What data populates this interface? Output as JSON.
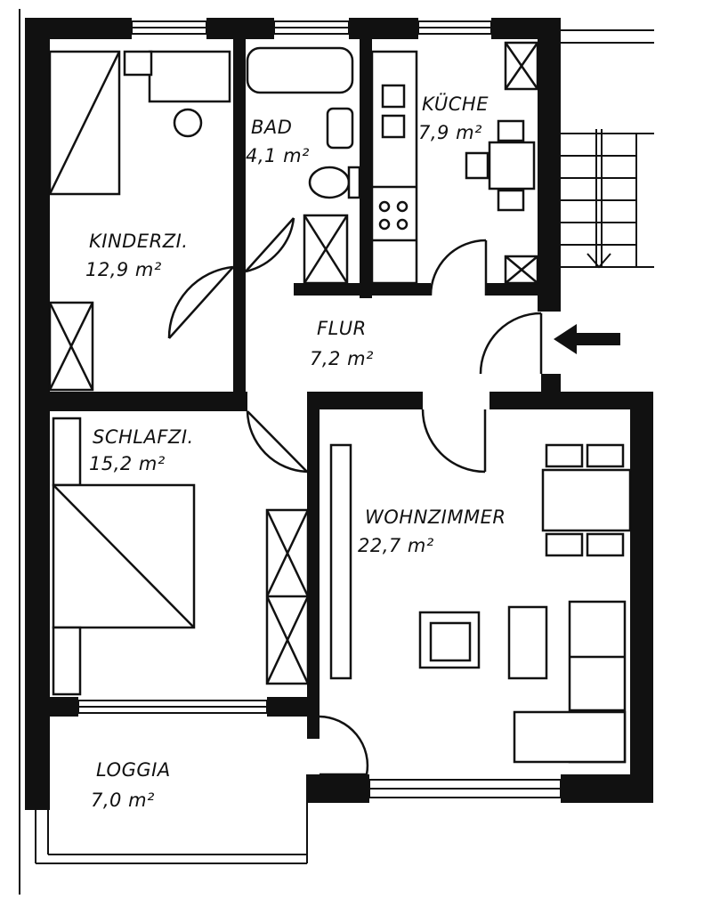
{
  "rooms": {
    "kinderzimmer": {
      "name": "KINDERZI.",
      "area": "12,9 m²"
    },
    "bad": {
      "name": "BAD",
      "area": "4,1 m²"
    },
    "kueche": {
      "name": "KÜCHE",
      "area": "7,9 m²"
    },
    "flur": {
      "name": "FLUR",
      "area": "7,2 m²"
    },
    "schlafzimmer": {
      "name": "SCHLAFZI.",
      "area": "15,2 m²"
    },
    "wohnzimmer": {
      "name": "WOHNZIMMER",
      "area": "22,7 m²"
    },
    "loggia": {
      "name": "LOGGIA",
      "area": "7,0 m²"
    }
  },
  "icons": {
    "entrance": "entrance-arrow-icon",
    "stairs": "staircase-icon"
  }
}
